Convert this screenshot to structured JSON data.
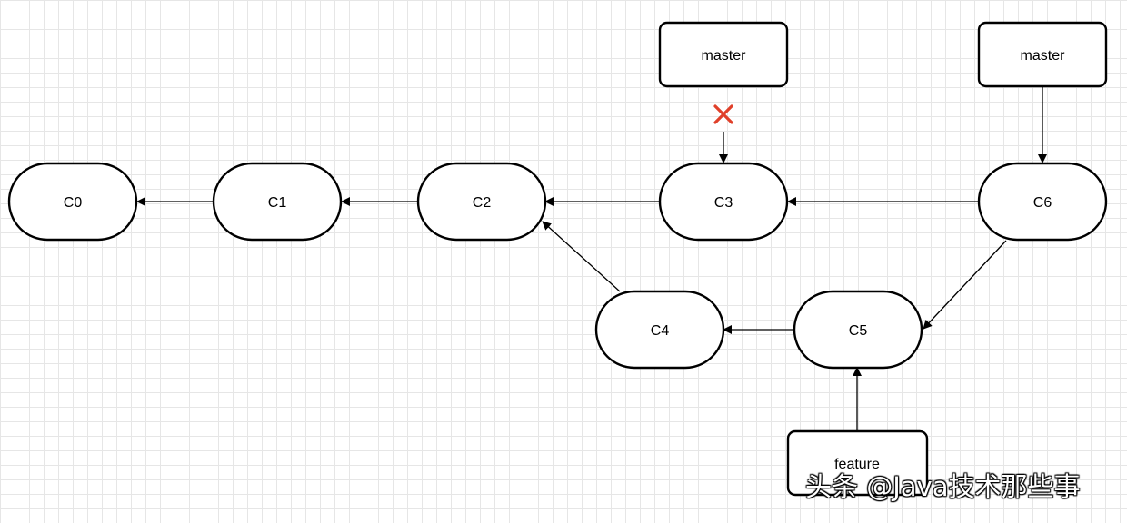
{
  "commits": [
    {
      "id": "c0",
      "label": "C0"
    },
    {
      "id": "c1",
      "label": "C1"
    },
    {
      "id": "c2",
      "label": "C2"
    },
    {
      "id": "c3",
      "label": "C3"
    },
    {
      "id": "c4",
      "label": "C4"
    },
    {
      "id": "c5",
      "label": "C5"
    },
    {
      "id": "c6",
      "label": "C6"
    }
  ],
  "branches": {
    "master_old": "master",
    "master_new": "master",
    "feature": "feature"
  },
  "edges": [
    {
      "from": "c1",
      "to": "c0"
    },
    {
      "from": "c2",
      "to": "c1"
    },
    {
      "from": "c3",
      "to": "c2"
    },
    {
      "from": "c4",
      "to": "c2"
    },
    {
      "from": "c5",
      "to": "c4"
    },
    {
      "from": "c6",
      "to": "c3"
    },
    {
      "from": "c6",
      "to": "c5"
    },
    {
      "from": "master_old",
      "to": "c3",
      "removed": true
    },
    {
      "from": "master_new",
      "to": "c6"
    },
    {
      "from": "feature",
      "to": "c5"
    }
  ],
  "colors": {
    "stroke": "#000000",
    "removed_mark": "#e0402a",
    "grid": "#e6e6e6"
  },
  "watermark": "头条 @Java技术那些事"
}
